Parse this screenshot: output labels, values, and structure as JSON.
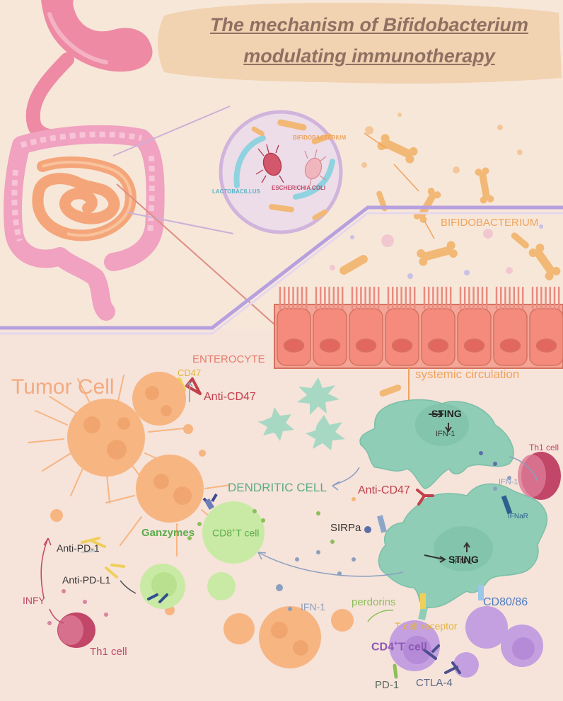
{
  "title": {
    "line1": "The mechanism of Bifidobacterium",
    "line2": "modulating immunotherapy"
  },
  "microbes": {
    "bifidobacterium_small": "BIFIDOBACTERIUM",
    "escherichia_coli": "ESCHERICHIA COLI",
    "lactobacillus": "LACTOBACILLUS"
  },
  "labels": {
    "bifidobacterium": "BIFIDOBACTERIUM",
    "enterocyte": "ENTEROCYTE",
    "systemic_circulation": "systemic circulation",
    "tumor_cell": "Tumor Cell",
    "cd47": "CD47",
    "anti_cd47_top": "Anti-CD47",
    "sting_top": "STING",
    "ifn1_top": "IFN-1",
    "th1_cell_right": "Th1 cell",
    "ifn1_right": "IFN-1",
    "ifnar": "IFNaR",
    "dendritic_cell": "DENDRITIC CELL",
    "anti_cd47_mid": "Anti-CD47",
    "sirpa": "SIRPa",
    "ifn1_mid": "IFN-1",
    "sting_mid": "STING",
    "ganzymes": "Ganzymes",
    "cd8_t_cell_pre": "CD8",
    "cd8_t_cell_sup": "+",
    "cd8_t_cell_post": "T cell",
    "anti_pd1": "Anti-PD-1",
    "anti_pdl1": "Anti-PD-L1",
    "ifn1_low": "IFN-1",
    "infy": "INFY",
    "th1_cell_left": "Th1 cell",
    "perdorins": "perdorins",
    "cd80_86": "CD80/86",
    "t_cell_receptor": "T cell receptor",
    "cd4_t_cell_pre": "CD4",
    "cd4_t_cell_sup": "+",
    "cd4_t_cell_post": "T cell",
    "pd1": "PD-1",
    "ctla4": "CTLA-4"
  },
  "colors": {
    "background": "#f6e6dd",
    "upper_panel": "#f7e7d9",
    "title_banner": "#efcfac",
    "title_text": "#8f7163",
    "bacteria": "#f2b875",
    "enterocyte": "#ef9b8f",
    "dendritic": "#8fcdb6",
    "tumor": "#f7b582",
    "cd8": "#c9eaa4",
    "cd4": "#c5a0e0",
    "th1": "#c14668",
    "anti_cd47": "#c0404b",
    "green_label": "#5cab4d",
    "purple_label": "#8c58b4",
    "blue_label": "#4e7cc3"
  }
}
